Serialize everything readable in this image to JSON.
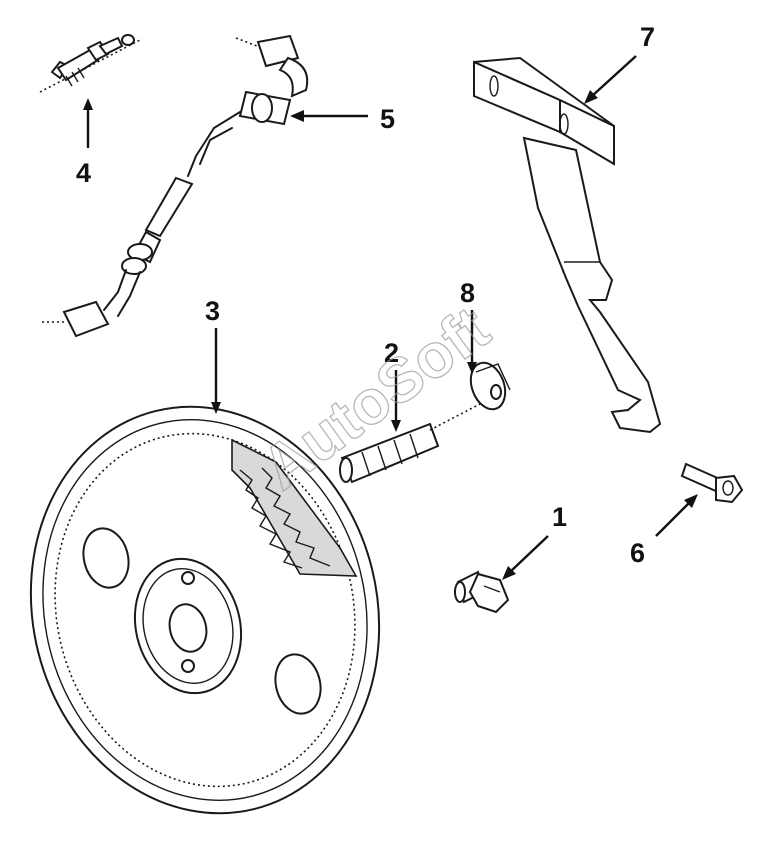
{
  "callouts": [
    {
      "id": "1",
      "label": "1",
      "part": "bolt"
    },
    {
      "id": "2",
      "label": "2",
      "part": "drive-gear"
    },
    {
      "id": "3",
      "label": "3",
      "part": "ring-gear-wheel"
    },
    {
      "id": "4",
      "label": "4",
      "part": "fitting"
    },
    {
      "id": "5",
      "label": "5",
      "part": "fuel-line"
    },
    {
      "id": "6",
      "label": "6",
      "part": "capscrew"
    },
    {
      "id": "7",
      "label": "7",
      "part": "bracket"
    },
    {
      "id": "8",
      "label": "8",
      "part": "washer"
    }
  ],
  "watermark": "AutoSoft",
  "colors": {
    "line": "#1a1a1a",
    "background": "#ffffff",
    "watermark": "#9a9a9a"
  }
}
